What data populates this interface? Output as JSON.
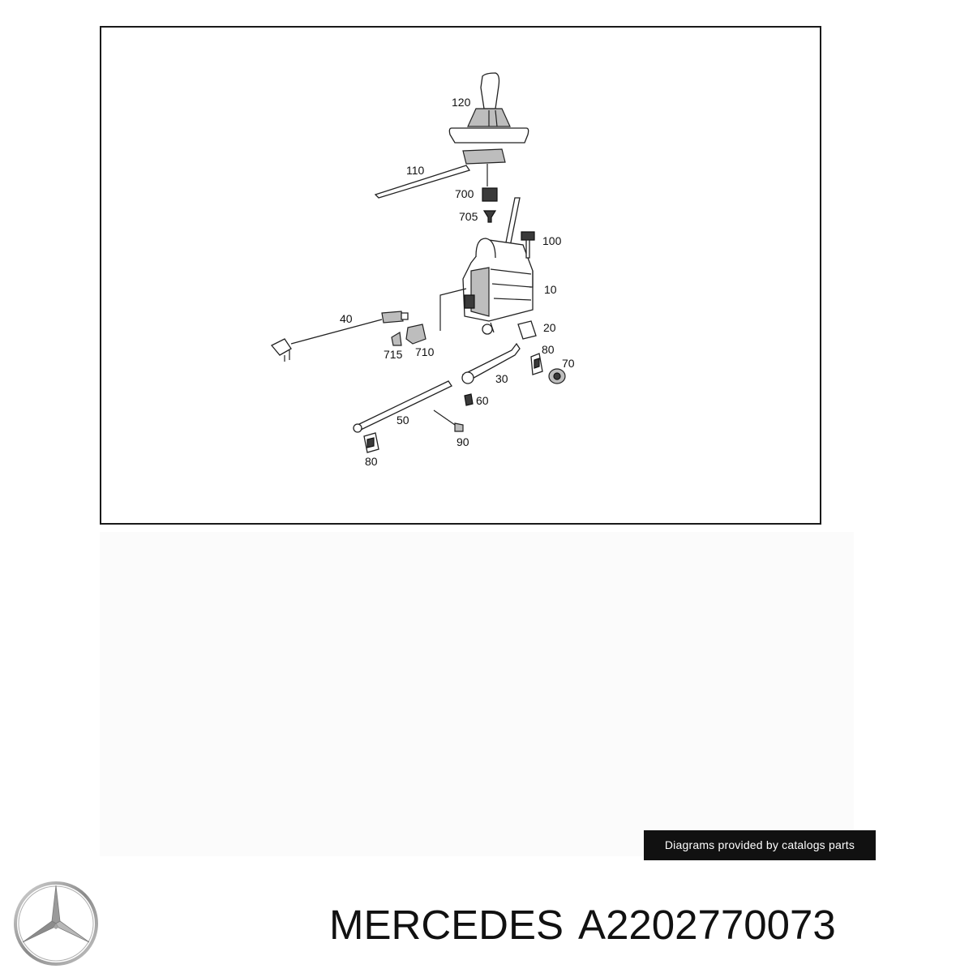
{
  "diagram": {
    "callouts": [
      {
        "id": "120",
        "label": "120"
      },
      {
        "id": "110",
        "label": "110"
      },
      {
        "id": "700",
        "label": "700"
      },
      {
        "id": "705",
        "label": "705"
      },
      {
        "id": "100",
        "label": "100"
      },
      {
        "id": "10",
        "label": "10"
      },
      {
        "id": "40",
        "label": "40"
      },
      {
        "id": "715",
        "label": "715"
      },
      {
        "id": "710",
        "label": "710"
      },
      {
        "id": "20",
        "label": "20"
      },
      {
        "id": "80a",
        "label": "80"
      },
      {
        "id": "70",
        "label": "70"
      },
      {
        "id": "30",
        "label": "30"
      },
      {
        "id": "60",
        "label": "60"
      },
      {
        "id": "50",
        "label": "50"
      },
      {
        "id": "90",
        "label": "90"
      },
      {
        "id": "80b",
        "label": "80"
      }
    ]
  },
  "credit": "Diagrams provided by catalogs parts",
  "brand": {
    "name": "MERCEDES",
    "part_number": "A2202770073",
    "logo_icon": "mercedes-star-icon"
  }
}
